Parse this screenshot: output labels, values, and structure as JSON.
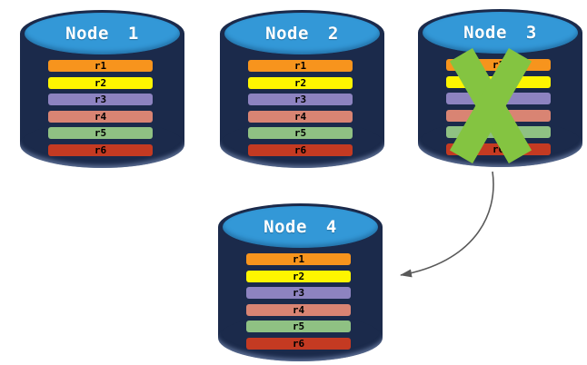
{
  "colors": {
    "page_bg": "#FFFFFF",
    "cylinder_body": "#1B2A4B",
    "cylinder_cap": "#3398D7",
    "cap_text": "#FFFFFF",
    "bar_text": "#000000",
    "failure_x": "#84C441",
    "arrow": "#595959"
  },
  "nodes": [
    {
      "label": "Node 1",
      "failed": false
    },
    {
      "label": "Node 2",
      "failed": false
    },
    {
      "label": "Node 3",
      "failed": true
    },
    {
      "label": "Node 4",
      "failed": false
    }
  ],
  "replica_set": [
    {
      "label": "r1",
      "color": "#F7941D"
    },
    {
      "label": "r2",
      "color": "#FEF500"
    },
    {
      "label": "r3",
      "color": "#8D83C0"
    },
    {
      "label": "r4",
      "color": "#D98473"
    },
    {
      "label": "r5",
      "color": "#8FC183"
    },
    {
      "label": "r6",
      "color": "#C43A22"
    }
  ],
  "failure": {
    "node": "Node 3",
    "mark": "X"
  },
  "arrow": {
    "from": "Node 3",
    "to": "Node 4"
  }
}
